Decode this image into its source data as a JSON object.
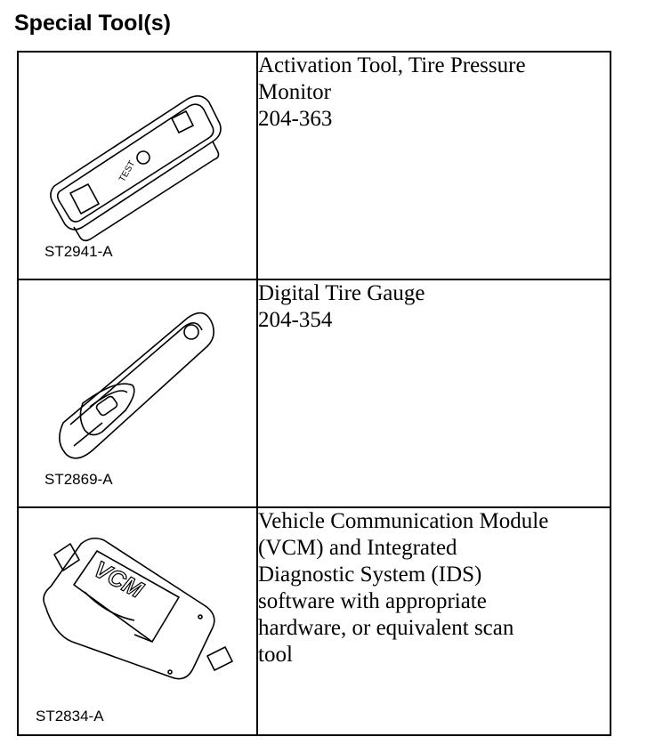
{
  "page_title": "Special Tool(s)",
  "tools": [
    {
      "figure": "ST2941-A",
      "lines": [
        "Activation Tool, Tire Pressure",
        "Monitor",
        "204-363"
      ],
      "drawing_text": [
        "TEST"
      ]
    },
    {
      "figure": "ST2869-A",
      "lines": [
        "Digital Tire Gauge",
        "204-354"
      ]
    },
    {
      "figure": "ST2834-A",
      "lines": [
        "Vehicle Communication Module",
        "(VCM) and Integrated",
        "Diagnostic System (IDS)",
        "software with appropriate",
        "hardware, or equivalent scan",
        "tool"
      ],
      "drawing_text": [
        "VCM"
      ]
    }
  ]
}
